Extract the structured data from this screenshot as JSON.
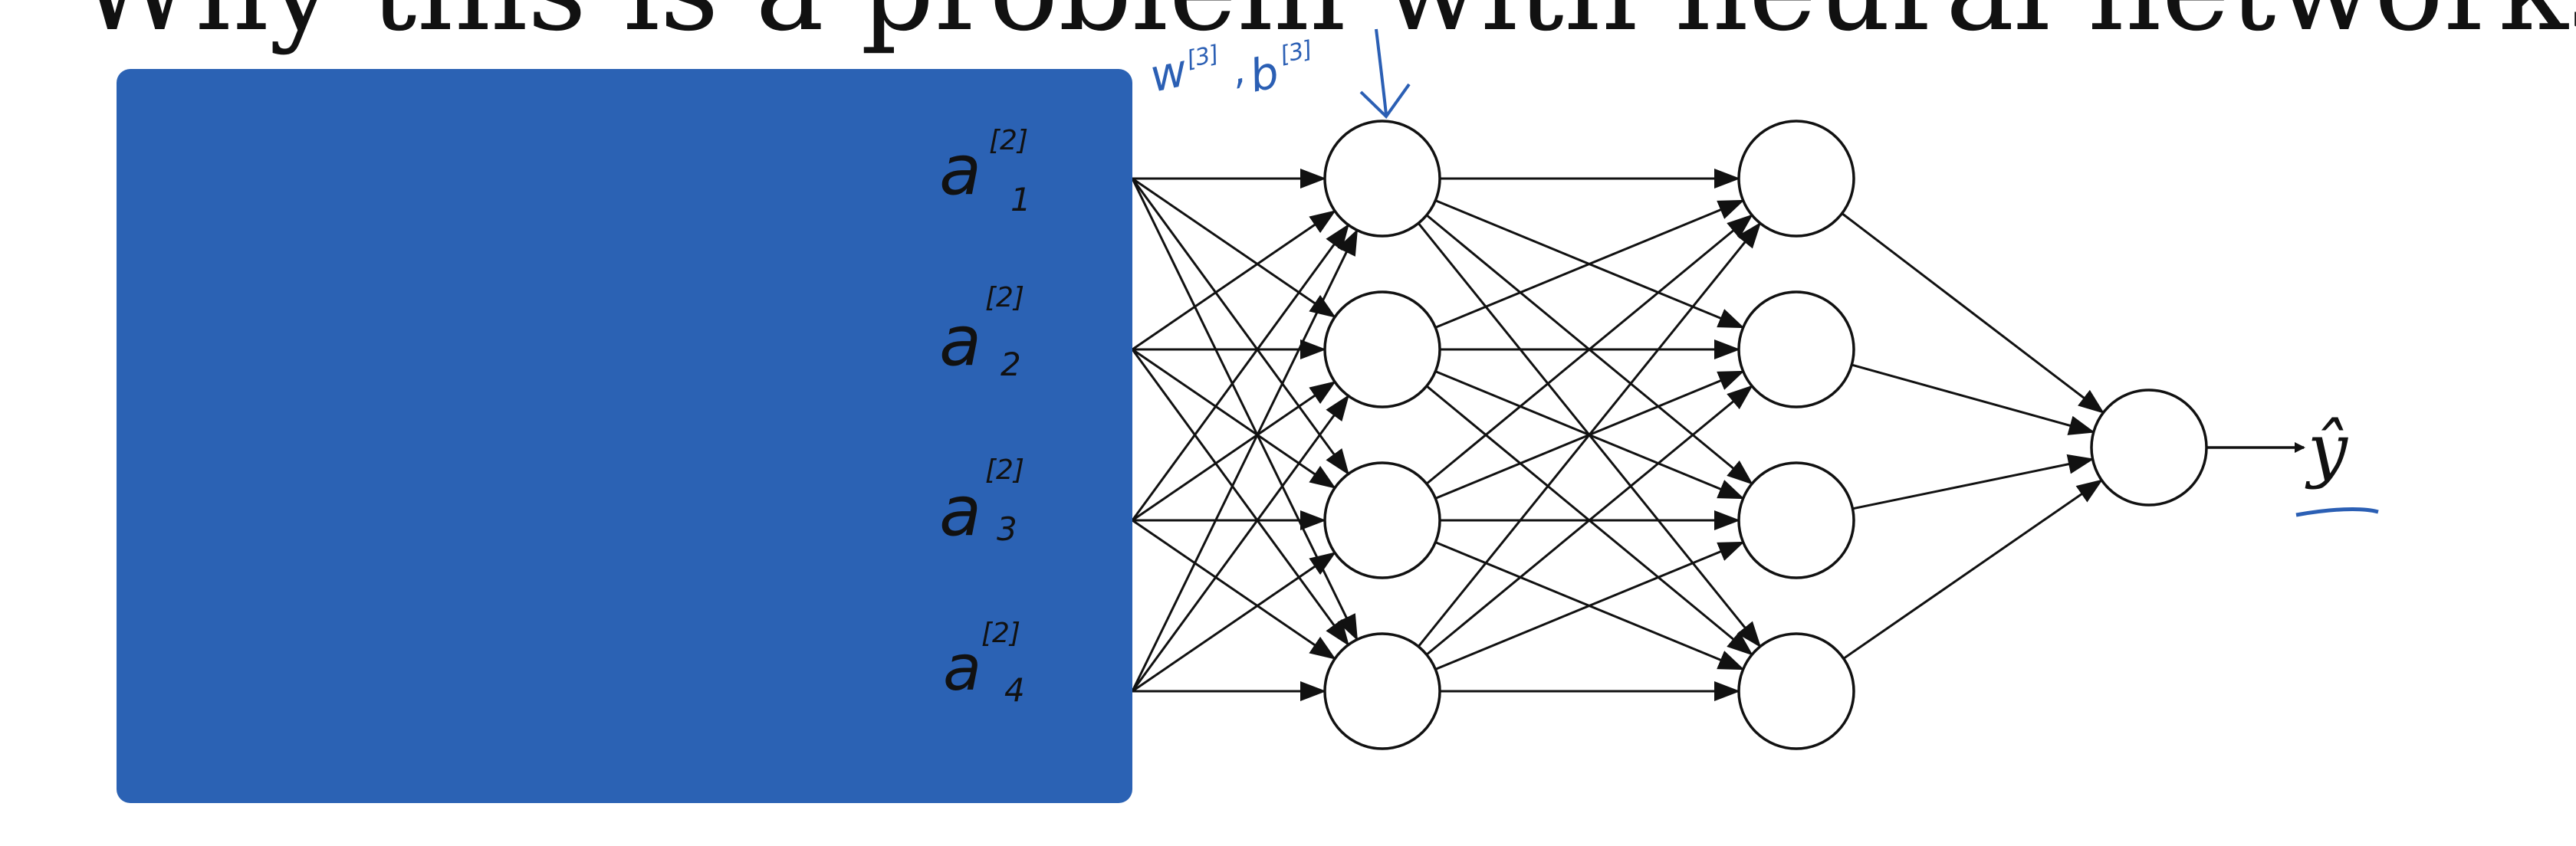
{
  "title": "Why this is a problem with neural networks.",
  "input_labels": [
    {
      "base": "a",
      "sub": "1",
      "sup": "[2]"
    },
    {
      "base": "a",
      "sub": "2",
      "sup": "[2]"
    },
    {
      "base": "a",
      "sub": "3",
      "sup": "[2]"
    },
    {
      "base": "a",
      "sub": "4",
      "sup": "[2]"
    }
  ],
  "annotation": {
    "text": "w",
    "sup1": "[3]",
    "sep": ",",
    "text2": "b",
    "sup2": "[3]",
    "arrow": "↓"
  },
  "output_label": "ŷ",
  "colors": {
    "cover": "#2b62b4",
    "ink": "#111111",
    "annotation": "#2b5fb4"
  },
  "layers": [
    4,
    4,
    4,
    1
  ]
}
